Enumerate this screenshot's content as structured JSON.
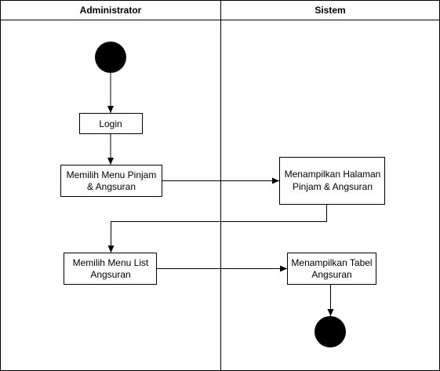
{
  "lanes": [
    {
      "title": "Administrator"
    },
    {
      "title": "Sistem"
    }
  ],
  "nodes": {
    "login": {
      "lines": [
        "Login"
      ]
    },
    "pilih_menu": {
      "lines": [
        "Memilih Menu Pinjam",
        "& Angsuran"
      ]
    },
    "tampil_halaman": {
      "lines": [
        "Menampilkan Halaman",
        "Pinjam & Angsuran"
      ]
    },
    "pilih_list": {
      "lines": [
        "Memilih Menu List",
        "Angsuran"
      ]
    },
    "tampil_tabel": {
      "lines": [
        "Menampilkan Tabel",
        "Angsuran"
      ]
    }
  }
}
